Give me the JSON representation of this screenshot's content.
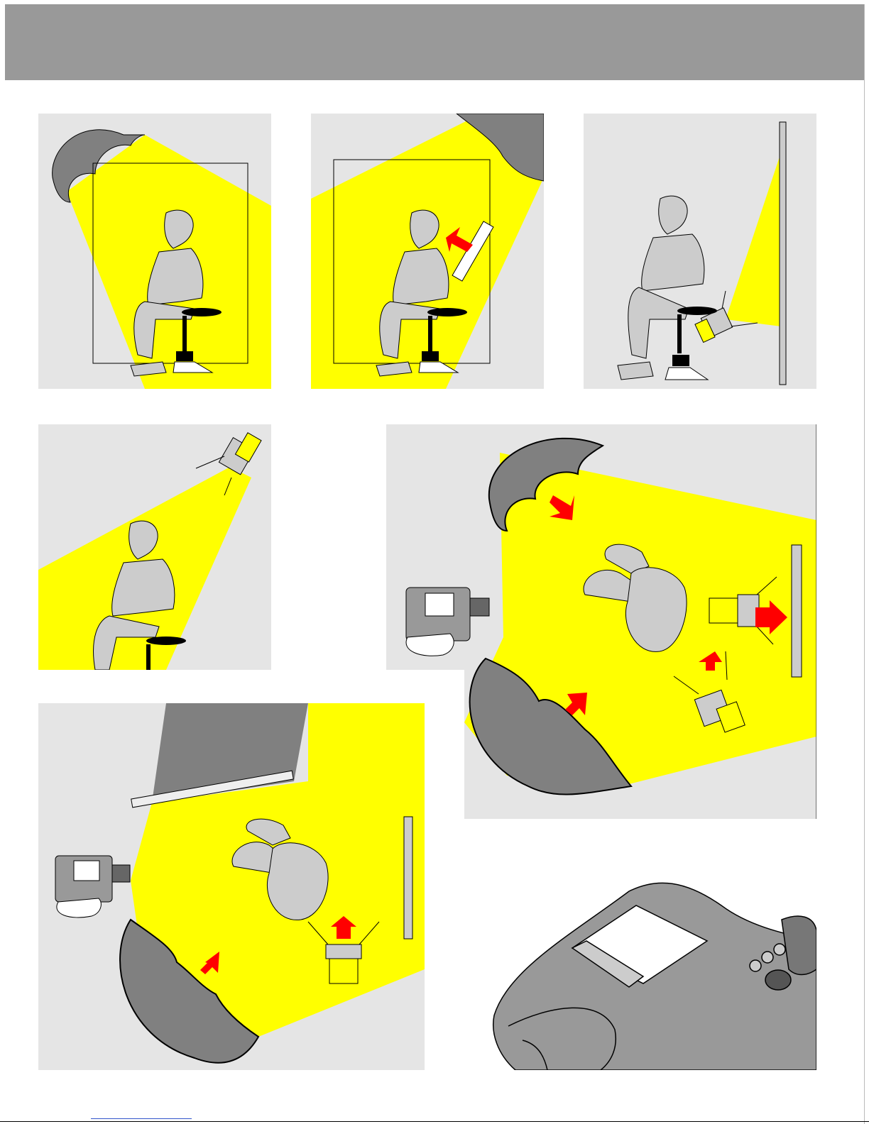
{
  "colors": {
    "header": "#999999",
    "panel_bg": "#e5e5e5",
    "light": "#ffff00",
    "umbrella": "#808080",
    "figure": "#cccccc",
    "arrow": "#ff0000"
  },
  "panels": [
    {
      "name": "panel-umbrella-front",
      "icons": [
        "umbrella-icon",
        "person-on-stool-icon",
        "backdrop-frame-icon"
      ]
    },
    {
      "name": "panel-umbrella-reflector",
      "icons": [
        "umbrella-icon",
        "person-on-stool-icon",
        "reflector-icon",
        "arrow-icon"
      ]
    },
    {
      "name": "panel-background-light",
      "icons": [
        "person-on-stool-icon",
        "spotlight-icon",
        "backdrop-icon"
      ]
    },
    {
      "name": "panel-hair-light",
      "icons": [
        "spotlight-icon",
        "person-on-stool-icon"
      ]
    },
    {
      "name": "panel-top-view-two-umbrellas",
      "icons": [
        "umbrella-icon",
        "camera-icon",
        "subject-top-view-icon",
        "spotlight-icon",
        "backdrop-icon",
        "arrow-icon"
      ]
    },
    {
      "name": "panel-top-view-reflector",
      "icons": [
        "reflector-icon",
        "camera-icon",
        "subject-top-view-icon",
        "spotlight-icon",
        "umbrella-icon",
        "arrow-icon"
      ]
    },
    {
      "name": "panel-camera-closeup",
      "icons": [
        "camera-icon"
      ]
    }
  ]
}
